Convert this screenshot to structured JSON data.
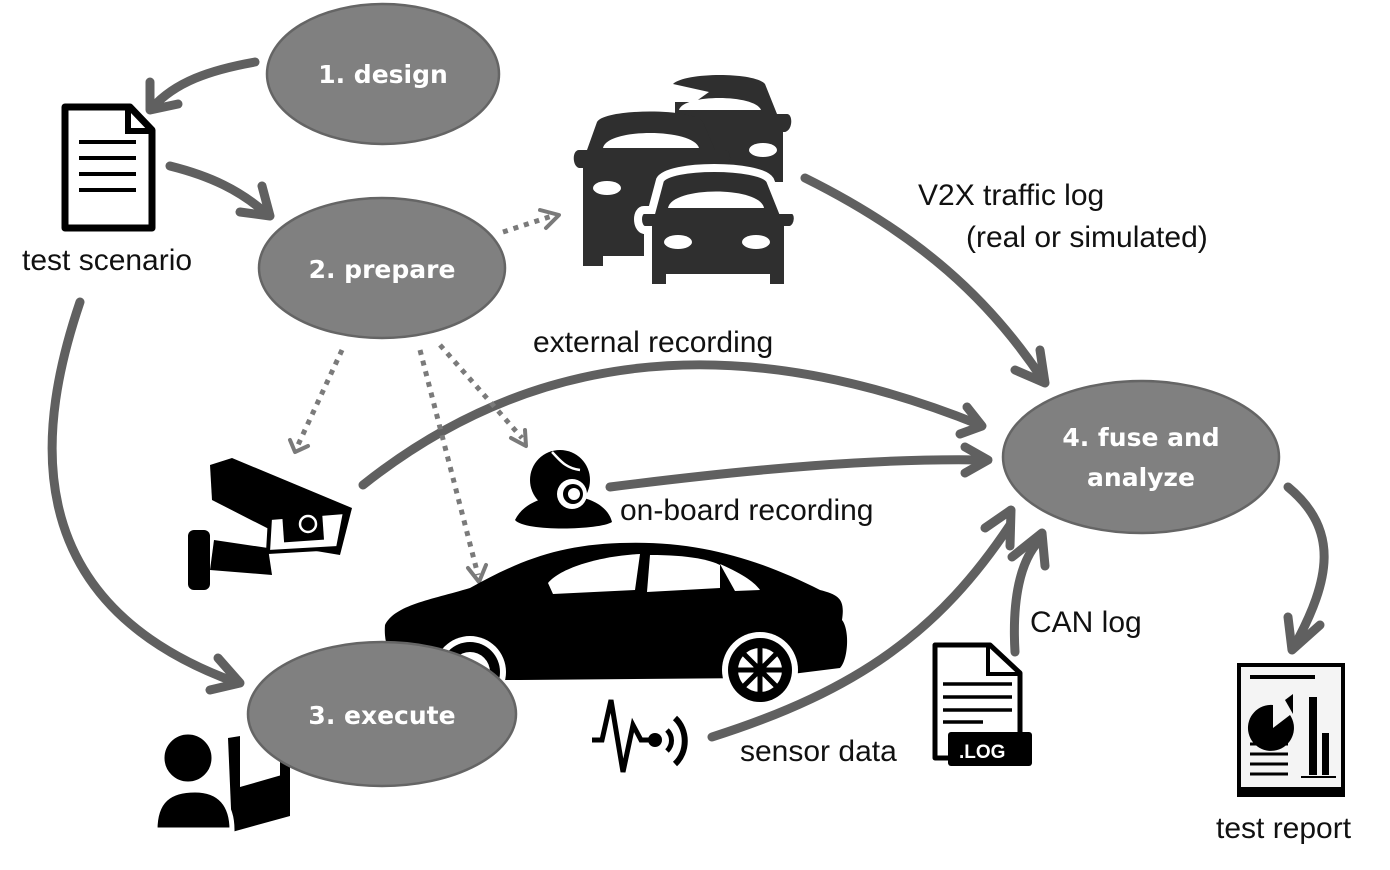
{
  "diagram": {
    "nodes": {
      "design": "1. design",
      "prepare": "2. prepare",
      "execute": "3. execute",
      "fuse_line1": "4. fuse and",
      "fuse_line2": "analyze"
    },
    "labels": {
      "test_scenario": "test scenario",
      "v2x_line1": "V2X traffic log",
      "v2x_line2": "(real or simulated)",
      "external_recording": "external recording",
      "onboard_recording": "on-board recording",
      "can_log": "CAN log",
      "sensor_data": "sensor data",
      "log_badge": ".LOG",
      "test_report": "test report"
    },
    "icons": [
      "document-icon",
      "traffic-cars-icon",
      "cctv-camera-icon",
      "webcam-icon",
      "sedan-car-icon",
      "operator-laptop-icon",
      "sensor-signal-icon",
      "log-file-icon",
      "report-icon"
    ],
    "colors": {
      "node_fill": "#808080",
      "arrow": "#606060",
      "icon": "#000000"
    }
  }
}
